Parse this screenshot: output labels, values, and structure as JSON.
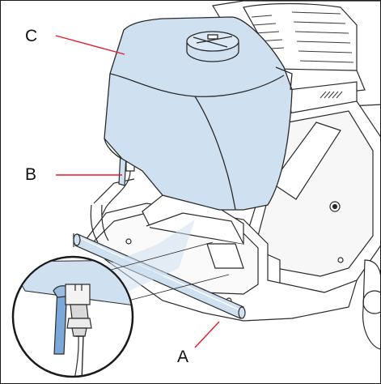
{
  "callouts": [
    {
      "id": "A",
      "label": "A"
    },
    {
      "id": "B",
      "label": "B"
    },
    {
      "id": "C",
      "label": "C"
    }
  ],
  "colors": {
    "leader_line": "#e11d2a",
    "part_fill": "#cfe0f1",
    "part_stroke": "#2a2a2a",
    "machine_fill": "#ffffff",
    "background": "#ffffff"
  },
  "icons": {
    "tank": "water-tank-icon",
    "pipe": "sprinkler-pipe-icon",
    "valve": "ball-valve-icon",
    "detail": "magnified-detail-icon"
  }
}
